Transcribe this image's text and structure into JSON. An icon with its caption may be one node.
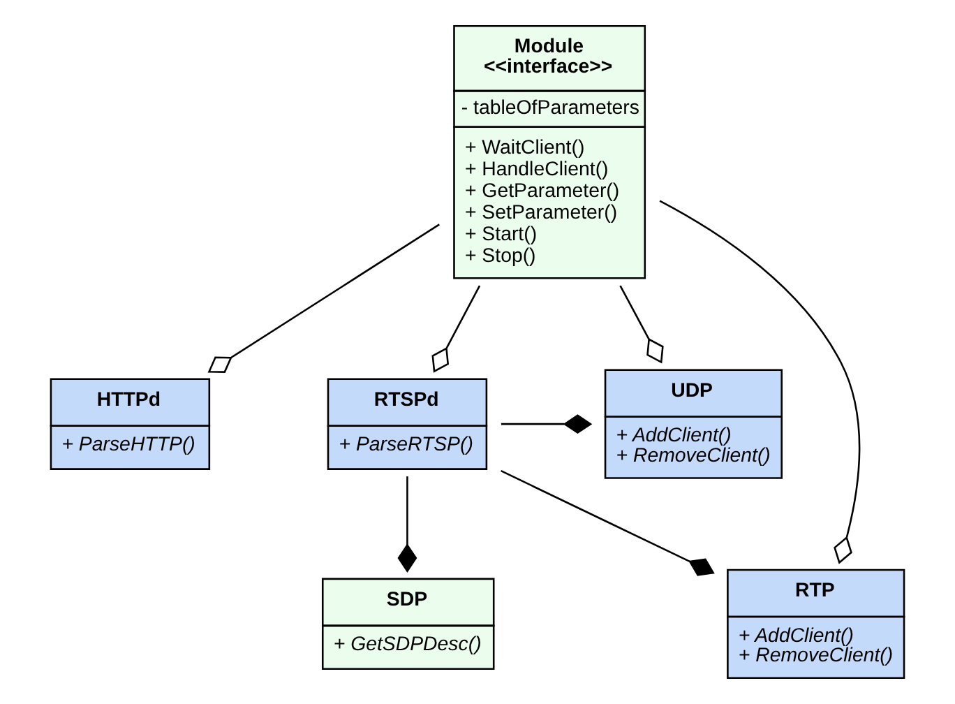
{
  "diagram": {
    "nodes": [
      {
        "text": [
          "Module",
          "<<interface>>",
          "- tableOfParameters",
          "+ WaitClient()",
          "+ HandleClient()",
          "+ GetParameter()",
          "+ SetParameter()",
          "+ Start()",
          "+ Stop()"
        ]
      },
      {
        "text": [
          "HTTPd",
          "+ ParseHTTP()"
        ]
      },
      {
        "text": [
          "RTSPd",
          "+ ParseRTSP()"
        ]
      },
      {
        "text": [
          "UDP",
          "+ AddClient()",
          "+ RemoveClient()"
        ]
      },
      {
        "text": [
          "SDP",
          "+ GetSDPDesc()"
        ]
      },
      {
        "text": [
          "RTP",
          "+ AddClient()",
          "+ RemoveClient()"
        ]
      }
    ],
    "edges": [
      {
        "from": 0,
        "to": 1,
        "arrow": "other"
      },
      {
        "from": 0,
        "to": 2,
        "arrow": "other"
      },
      {
        "from": 0,
        "to": 5,
        "arrow": "other"
      },
      {
        "from": 0,
        "to": 3,
        "arrow": "other"
      },
      {
        "from": 2,
        "to": 3,
        "arrow": "other"
      },
      {
        "from": 2,
        "to": 4,
        "arrow": "other"
      },
      {
        "from": 2,
        "to": 5,
        "arrow": "other"
      }
    ]
  }
}
